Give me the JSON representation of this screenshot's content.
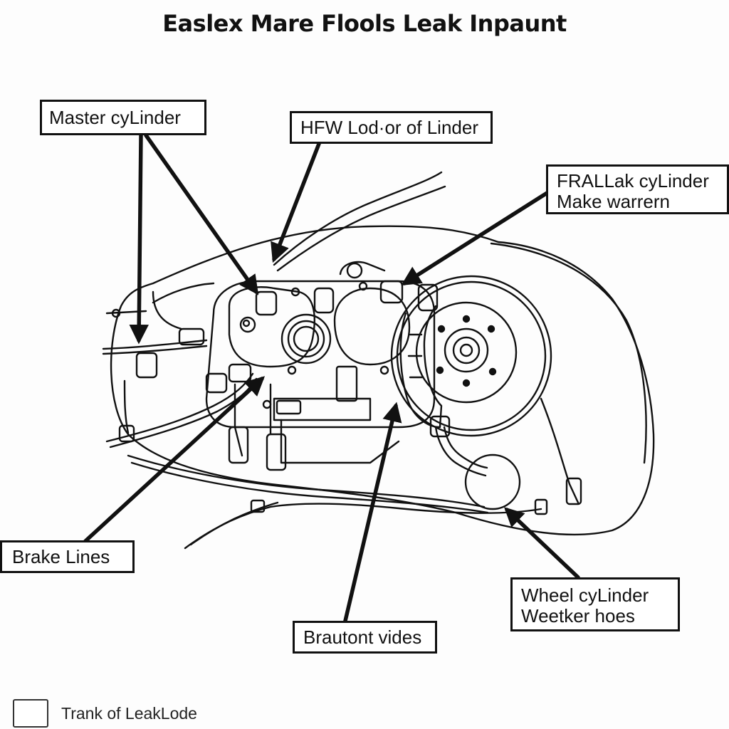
{
  "title": "Easlex Mare Flools Leak Inpaunt",
  "callouts": {
    "master": [
      "Master cyLinder"
    ],
    "hfw": [
      "HFW Lod·or of Linder"
    ],
    "fralak": [
      "FRALLak cyLinder",
      "Make warrern"
    ],
    "brake": [
      "Brake Lines"
    ],
    "wheel": [
      "Wheel cyLinder",
      "Weetker hoes"
    ],
    "braut": [
      "Brautont vides"
    ]
  },
  "legend": {
    "label": "Trank of LeakLode"
  }
}
